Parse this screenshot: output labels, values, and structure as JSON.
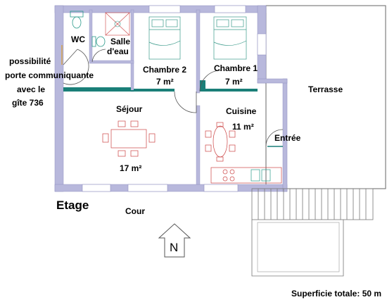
{
  "plan": {
    "rooms": {
      "wc": "WC",
      "salle_line1": "Salle",
      "salle_line2": "d'eau",
      "chambre2": "Chambre 2",
      "chambre2_area": "7 m²",
      "chambre1": "Chambre 1",
      "chambre1_area": "7 m²",
      "sejour": "Séjour",
      "sejour_area": "17 m²",
      "cuisine": "Cuisine",
      "cuisine_area": "11 m²",
      "entree": "Entrée",
      "terrasse": "Terrasse",
      "cour": "Cour"
    },
    "note_lines": [
      "possibilité",
      "porte communiquante",
      "avec le",
      "gîte 736"
    ],
    "floor_label": "Etage",
    "north_label": "N",
    "total_area": "Superficie totale: 50 m"
  },
  "colors": {
    "wall": "#b8b8dc",
    "wall_edge": "#9090c0",
    "door_green": "#1a7f78",
    "furniture": "#cc4444",
    "sink": "#2a9a8a",
    "bed": "#3a9a8a",
    "door_arc": "#555555",
    "terrace_line": "#666666"
  }
}
